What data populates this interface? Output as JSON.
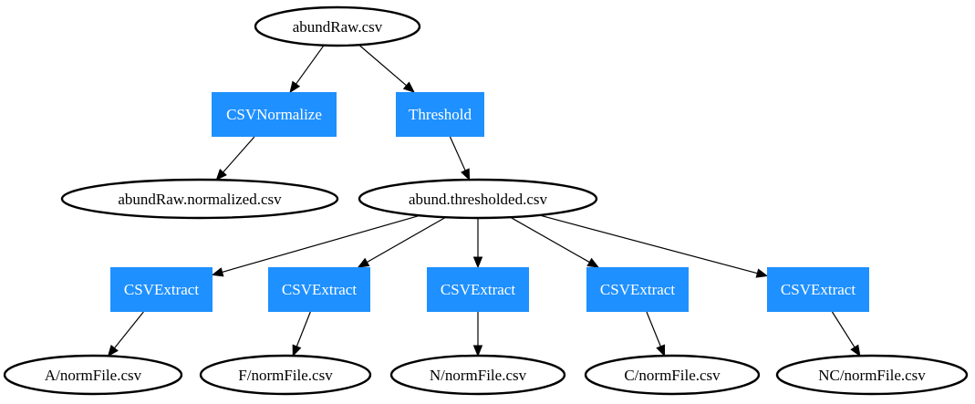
{
  "nodes": {
    "abundraw_csv": {
      "label": "abundRaw.csv",
      "kind": "file"
    },
    "csvnormalize": {
      "label": "CSVNormalize",
      "kind": "process"
    },
    "threshold": {
      "label": "Threshold",
      "kind": "process"
    },
    "normalized_csv": {
      "label": "abundRaw.normalized.csv",
      "kind": "file"
    },
    "thresholded_csv": {
      "label": "abund.thresholded.csv",
      "kind": "file"
    },
    "extract_a": {
      "label": "CSVExtract",
      "kind": "process"
    },
    "extract_f": {
      "label": "CSVExtract",
      "kind": "process"
    },
    "extract_n": {
      "label": "CSVExtract",
      "kind": "process"
    },
    "extract_c": {
      "label": "CSVExtract",
      "kind": "process"
    },
    "extract_nc": {
      "label": "CSVExtract",
      "kind": "process"
    },
    "a_normfile": {
      "label": "A/normFile.csv",
      "kind": "file"
    },
    "f_normfile": {
      "label": "F/normFile.csv",
      "kind": "file"
    },
    "n_normfile": {
      "label": "N/normFile.csv",
      "kind": "file"
    },
    "c_normfile": {
      "label": "C/normFile.csv",
      "kind": "file"
    },
    "nc_normfile": {
      "label": "NC/normFile.csv",
      "kind": "file"
    }
  },
  "edges": [
    [
      "abundraw_csv",
      "csvnormalize"
    ],
    [
      "abundraw_csv",
      "threshold"
    ],
    [
      "csvnormalize",
      "normalized_csv"
    ],
    [
      "threshold",
      "thresholded_csv"
    ],
    [
      "thresholded_csv",
      "extract_a"
    ],
    [
      "thresholded_csv",
      "extract_f"
    ],
    [
      "thresholded_csv",
      "extract_n"
    ],
    [
      "thresholded_csv",
      "extract_c"
    ],
    [
      "thresholded_csv",
      "extract_nc"
    ],
    [
      "extract_a",
      "a_normfile"
    ],
    [
      "extract_f",
      "f_normfile"
    ],
    [
      "extract_n",
      "n_normfile"
    ],
    [
      "extract_c",
      "c_normfile"
    ],
    [
      "extract_nc",
      "nc_normfile"
    ]
  ],
  "colors": {
    "process_fill": "#1e90ff",
    "process_text": "#ffffff",
    "file_stroke": "#000000",
    "edge": "#000000"
  }
}
